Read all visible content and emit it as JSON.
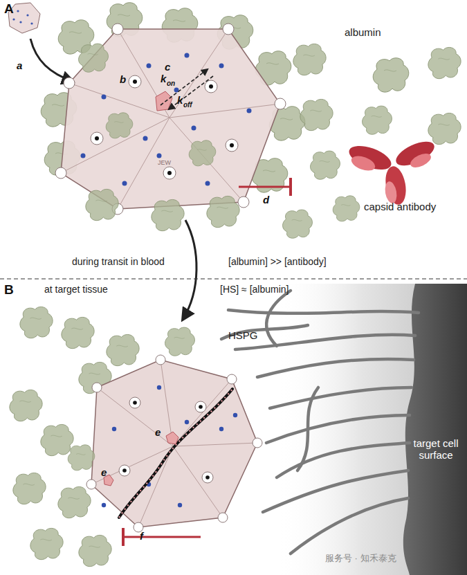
{
  "diagram": {
    "labels": [
      "A",
      "a",
      "b",
      "c",
      "k",
      "on",
      "k",
      "off",
      "albumin",
      "JEW",
      "d",
      "capsid antibody",
      "during transit in blood",
      "[albumin] >> [antibody]",
      "B",
      "at target tissue",
      "[HS] ≈ [albumin]",
      "HSPG",
      "e",
      "e",
      "target cell surface",
      "f",
      "服务号 · 知禾泰克"
    ]
  }
}
